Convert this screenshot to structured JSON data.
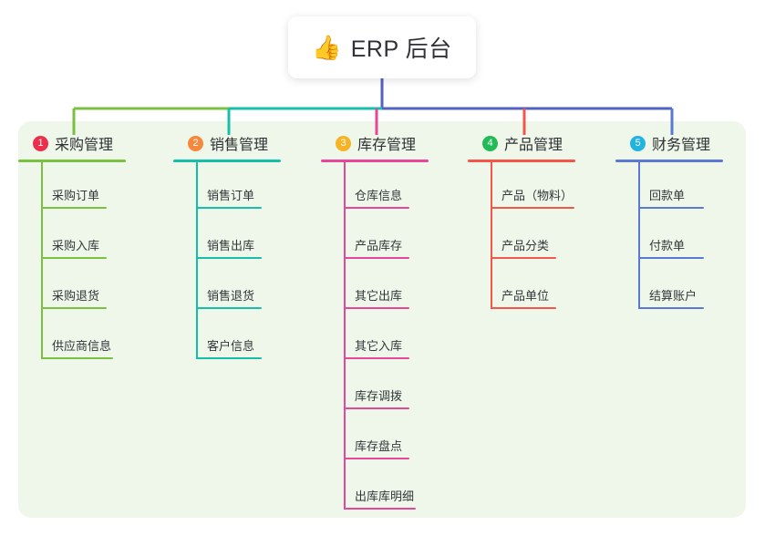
{
  "root": {
    "icon": "thumbs-up-emoji",
    "emoji": "👍",
    "title": "ERP 后台"
  },
  "panel": {
    "background_color": "#eef7e9"
  },
  "connector_colors": {
    "segment_green": "#7ac142",
    "segment_teal": "#16c0a8",
    "segment_blue": "#5262c4",
    "trunk": "#5262c4"
  },
  "columns": [
    {
      "number": "1",
      "title": "采购管理",
      "badge_color": "#ec2f4b",
      "line_color": "#7ac142",
      "items": [
        {
          "label": "采购订单"
        },
        {
          "label": "采购入库"
        },
        {
          "label": "采购退货"
        },
        {
          "label": "供应商信息"
        }
      ]
    },
    {
      "number": "2",
      "title": "销售管理",
      "badge_color": "#f5883c",
      "line_color": "#16c0a8",
      "items": [
        {
          "label": "销售订单"
        },
        {
          "label": "销售出库"
        },
        {
          "label": "销售退货"
        },
        {
          "label": "客户信息"
        }
      ]
    },
    {
      "number": "3",
      "title": "库存管理",
      "badge_color": "#f6b325",
      "line_color": "#e8469b",
      "items": [
        {
          "label": "仓库信息"
        },
        {
          "label": "产品库存"
        },
        {
          "label": "其它出库"
        },
        {
          "label": "其它入库"
        },
        {
          "label": "库存调拨"
        },
        {
          "label": "库存盘点"
        },
        {
          "label": "出库库明细"
        }
      ]
    },
    {
      "number": "4",
      "title": "产品管理",
      "badge_color": "#22bb55",
      "line_color": "#f4564a",
      "items": [
        {
          "label": "产品（物料）"
        },
        {
          "label": "产品分类"
        },
        {
          "label": "产品单位"
        }
      ]
    },
    {
      "number": "5",
      "title": "财务管理",
      "badge_color": "#22b3e0",
      "line_color": "#5a79d6",
      "items": [
        {
          "label": "回款单"
        },
        {
          "label": "付款单"
        },
        {
          "label": "结算账户"
        }
      ]
    }
  ]
}
